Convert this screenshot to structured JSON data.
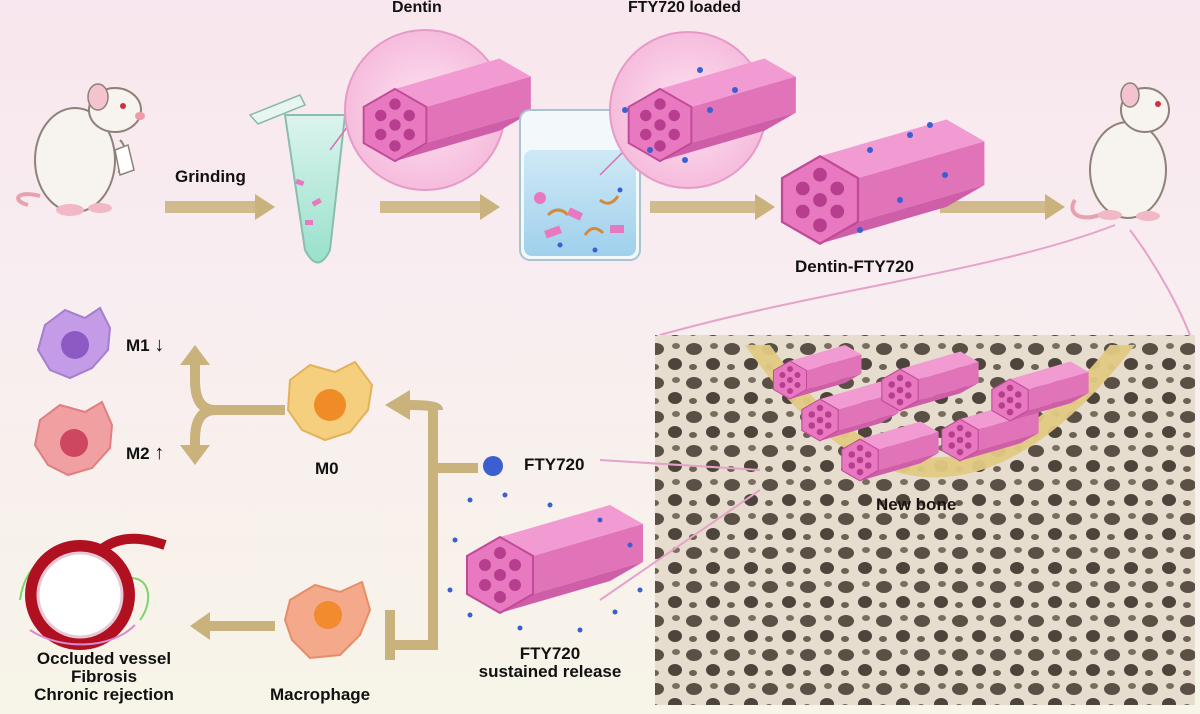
{
  "labels": {
    "dentin": "Dentin",
    "fty_loaded": "FTY720 loaded",
    "grinding": "Grinding",
    "dentin_fty720": "Dentin-FTY720",
    "m1": "M1",
    "m2": "M2",
    "m0": "M0",
    "fty720": "FTY720",
    "new_bone": "New bone",
    "macrophage": "Macrophage",
    "release_line1": "FTY720",
    "release_line2": "sustained release",
    "outcome_line1": "Occluded vessel",
    "outcome_line2": "Fibrosis",
    "outcome_line3": "Chronic rejection"
  },
  "arrows": {
    "down": "↓",
    "up": "↑"
  },
  "colors": {
    "arrow": "#c9b27c",
    "dentin_pink": "#e879c0",
    "dentin_dark": "#c04a98",
    "fty_dot": "#3b5fd0",
    "bone": "#e9e2d6",
    "new_bone": "#e2c983",
    "m1": "#b07ee0",
    "m2": "#ee8d8f",
    "m0": "#f2b955",
    "macrophage": "#f3a27a",
    "vessel": "#b01020"
  }
}
